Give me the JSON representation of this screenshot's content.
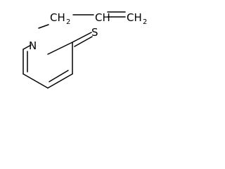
{
  "molecule": {
    "nitrogen_label": "N",
    "sulfur_label": "S",
    "ch2_label": "CH",
    "ch2_subscript": "2",
    "ch_label": "CH",
    "terminal_label": "CH",
    "terminal_subscript": "2"
  },
  "colors": {
    "background": "#ffffff",
    "ink": "#000000"
  }
}
